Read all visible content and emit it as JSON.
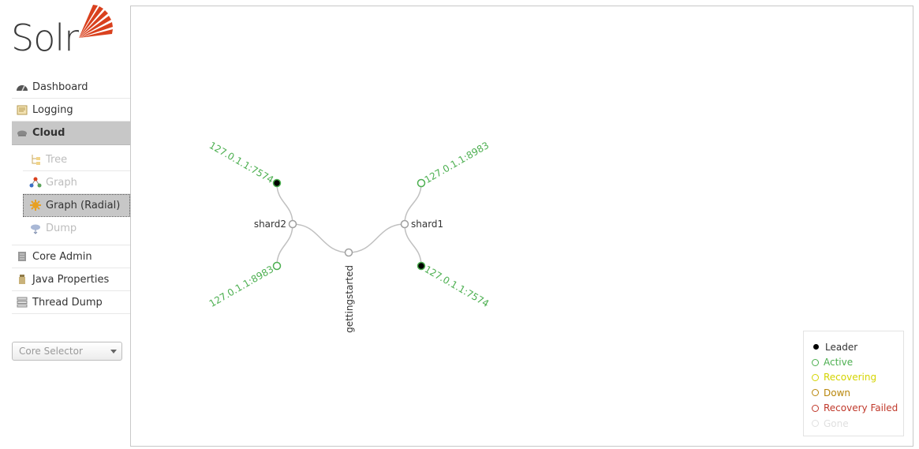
{
  "logo": {
    "text": "Solr"
  },
  "nav": {
    "items": [
      {
        "label": "Dashboard"
      },
      {
        "label": "Logging"
      },
      {
        "label": "Cloud"
      }
    ],
    "cloud_sub": [
      {
        "label": "Tree"
      },
      {
        "label": "Graph"
      },
      {
        "label": "Graph (Radial)"
      },
      {
        "label": "Dump"
      }
    ],
    "items2": [
      {
        "label": "Core Admin"
      },
      {
        "label": "Java Properties"
      },
      {
        "label": "Thread Dump"
      }
    ]
  },
  "core_selector": {
    "label": "Core Selector"
  },
  "graph": {
    "collection": "gettingstarted",
    "shards": [
      {
        "name": "shard2",
        "replicas": [
          {
            "label": "127.0.1.1:7574",
            "state": "leader"
          },
          {
            "label": "127.0.1.1:8983",
            "state": "active"
          }
        ]
      },
      {
        "name": "shard1",
        "replicas": [
          {
            "label": "127.0.1.1:8983",
            "state": "active"
          },
          {
            "label": "127.0.1.1:7574",
            "state": "leader"
          }
        ]
      }
    ]
  },
  "legend": [
    {
      "label": "Leader",
      "color": "#000000",
      "filled": true
    },
    {
      "label": "Active",
      "color": "#4caf50",
      "filled": false
    },
    {
      "label": "Recovering",
      "color": "#d4d400",
      "filled": false
    },
    {
      "label": "Down",
      "color": "#b8860b",
      "filled": false
    },
    {
      "label": "Recovery Failed",
      "color": "#c0392b",
      "filled": false
    },
    {
      "label": "Gone",
      "color": "#e0e0e0",
      "filled": false
    }
  ],
  "colors": {
    "active_text": "#4caf50",
    "link": "#c0c0c0",
    "node_stroke": "#a0a0a0"
  }
}
